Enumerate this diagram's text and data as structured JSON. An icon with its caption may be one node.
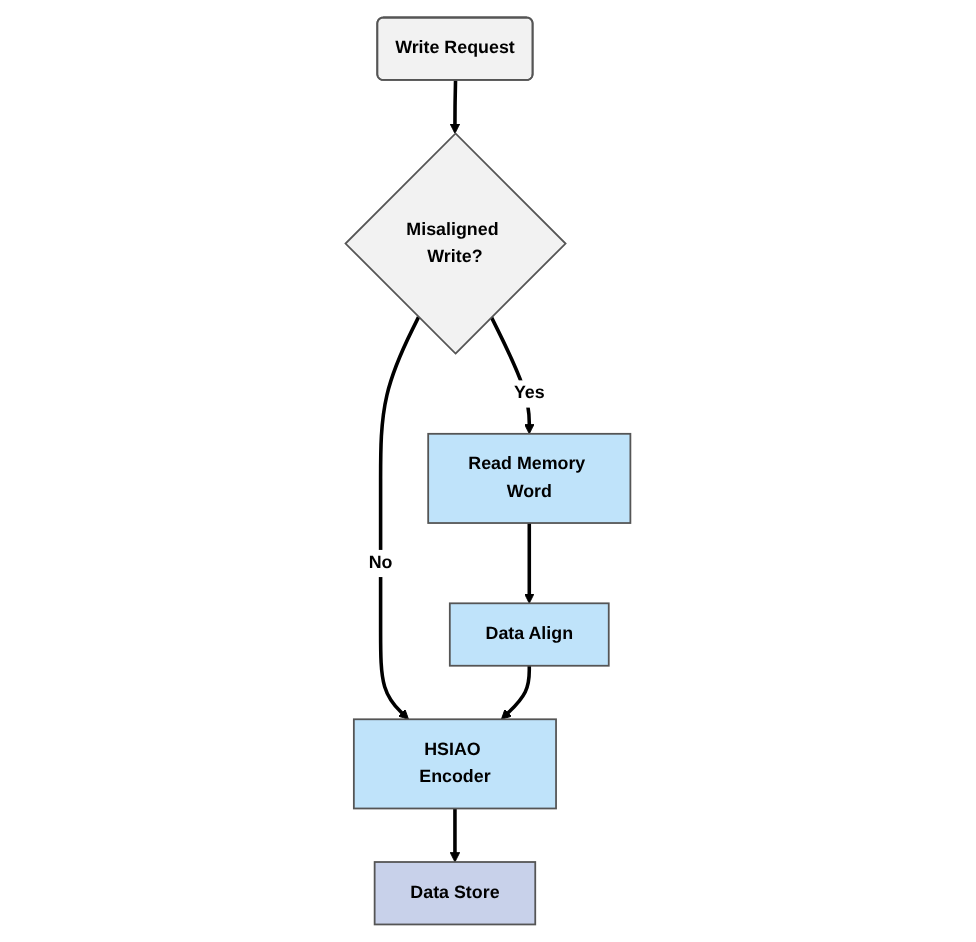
{
  "diagram": {
    "nodes": [
      {
        "text": [
          "Write Request"
        ]
      },
      {
        "text": [
          "Misaligned Write?"
        ]
      },
      {
        "text": [
          "Read Memory Word"
        ]
      },
      {
        "text": [
          "HSIAO Encoder"
        ]
      },
      {
        "text": [
          "Data Align"
        ]
      },
      {
        "text": [
          "Data Store"
        ]
      }
    ],
    "edges": [
      {
        "from": 0,
        "to": 1,
        "arrow": "to"
      },
      {
        "from": 1,
        "to": 2,
        "arrow": "to",
        "label": "Yes"
      },
      {
        "from": 1,
        "to": 3,
        "arrow": "to",
        "label": "No"
      },
      {
        "from": 2,
        "to": 4,
        "arrow": "to"
      },
      {
        "from": 4,
        "to": 3,
        "arrow": "to"
      },
      {
        "from": 3,
        "to": 5,
        "arrow": "to"
      }
    ]
  }
}
